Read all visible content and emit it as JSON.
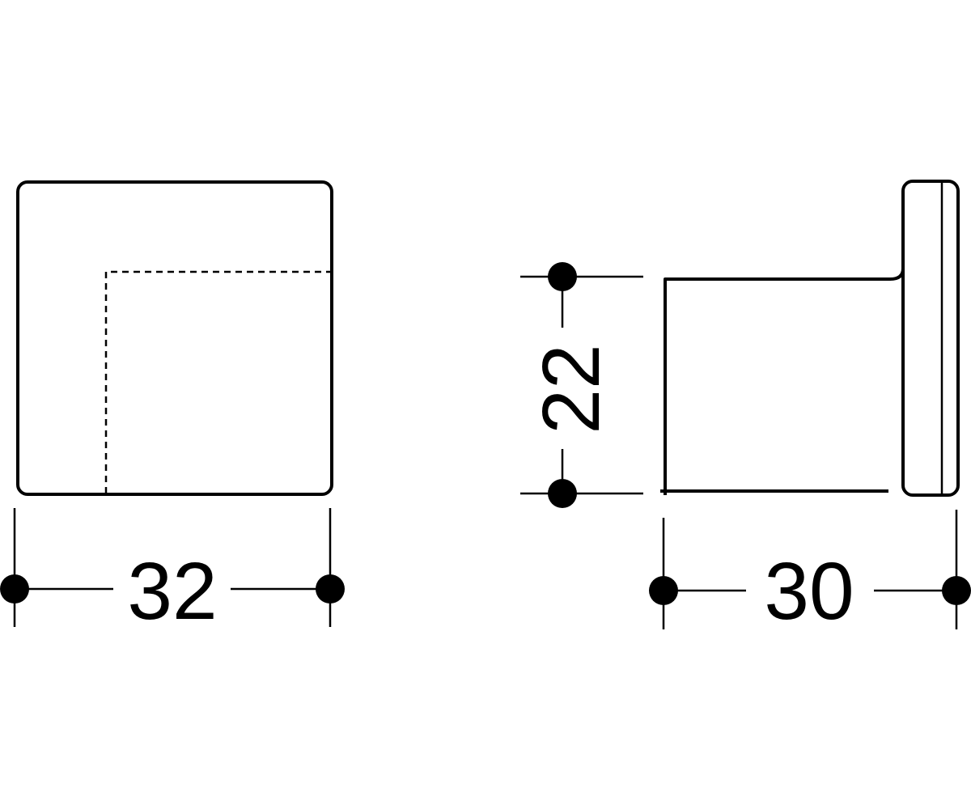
{
  "front_view": {
    "width_label": "32"
  },
  "side_view": {
    "height_label": "22",
    "depth_label": "30"
  }
}
